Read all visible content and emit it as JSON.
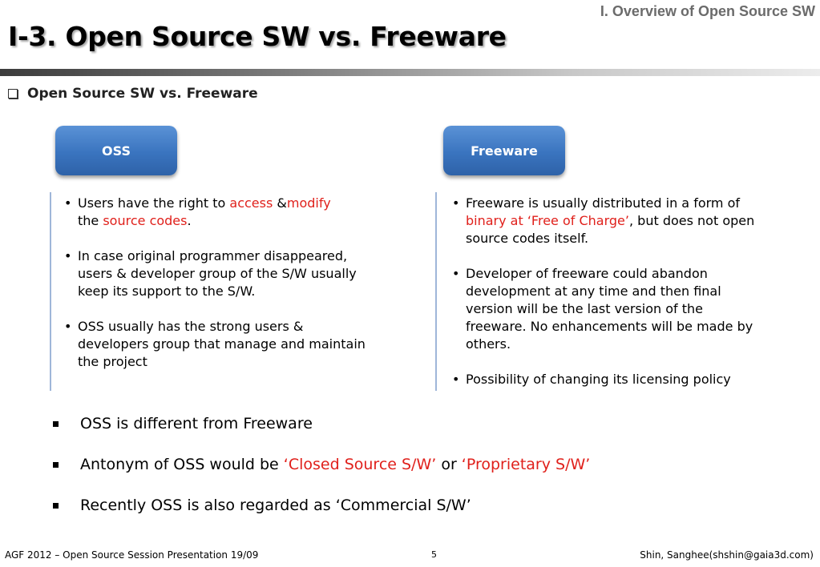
{
  "header": {
    "section": "I. Overview of Open Source SW",
    "title": "I-3. Open Source SW vs. Freeware"
  },
  "subheading": "Open Source SW vs. Freeware",
  "oss": {
    "label": "OSS",
    "bullets": [
      [
        "Users have the right to ",
        "access",
        " &",
        "modify",
        " the ",
        "source codes",
        "."
      ],
      [
        "In case original programmer disappeared, users & developer group of the S/W usually keep its support to the S/W."
      ],
      [
        "OSS usually has the strong users & developers group that manage and maintain the project"
      ]
    ]
  },
  "freeware": {
    "label": "Freeware",
    "bullets": [
      [
        "Freeware is usually distributed in a form of ",
        "binary at ‘Free of Charge’",
        ", but does not open source codes itself."
      ],
      [
        "Developer of freeware could abandon development at any time and then final version will be the last version of the freeware. No enhancements will be made by others."
      ],
      [
        "Possibility of changing its licensing policy"
      ]
    ]
  },
  "bottom": [
    [
      "OSS is different from Freeware"
    ],
    [
      "Antonym of OSS would be ",
      "‘Closed Source S/W’",
      " or ",
      "‘Proprietary S/W’"
    ],
    [
      "Recently OSS is also regarded as ‘Commercial S/W’"
    ]
  ],
  "footer": {
    "left": "AGF 2012 – Open Source Session Presentation 19/09",
    "page": "5",
    "right": "Shin, Sanghee(shshin@gaia3d.com)"
  },
  "colors": {
    "accent_red": "#e0201b",
    "pill_blue": "#3a74bf"
  }
}
